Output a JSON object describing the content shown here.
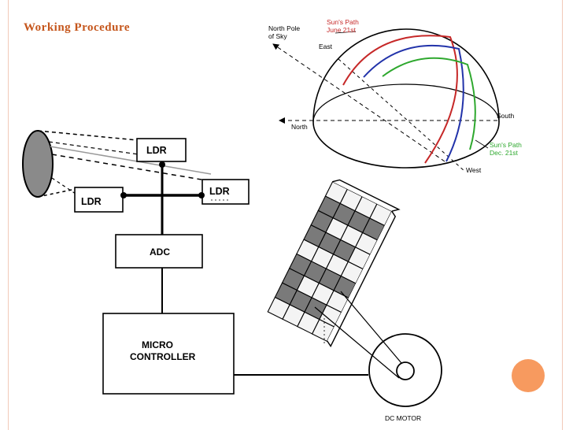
{
  "slide": {
    "title": "Working Procedure",
    "accent_color": "#c5561c",
    "frame_color": "#f2c9b8",
    "corner_circle_color": "#f79a5f"
  },
  "tracker_diagram": {
    "ldr_top": "LDR",
    "ldr_left": "LDR",
    "ldr_right": "LDR",
    "adc": "ADC",
    "controller_line1": "MICRO",
    "controller_line2": "CONTROLLER",
    "motor_label": "DC MOTOR"
  },
  "sun_path_diagram": {
    "north_pole_line1": "North Pole",
    "north_pole_line2": "of Sky",
    "june_line1": "Sun's Path",
    "june_line2": "June 21st",
    "dec_line1": "Sun's Path",
    "dec_line2": "Dec. 21st",
    "east": "East",
    "north": "North",
    "south": "South",
    "west": "West",
    "path_colors": [
      "#c62828",
      "#2233aa",
      "#2ea82e"
    ]
  }
}
